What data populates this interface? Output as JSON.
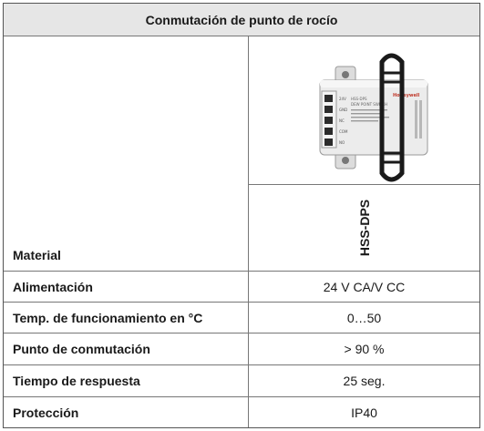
{
  "table": {
    "title": "Conmutación de punto de rocío",
    "material_label": "Material",
    "product_code": "HSS-DPS",
    "rows": [
      {
        "label": "Alimentación",
        "value": "24 V CA/V CC"
      },
      {
        "label": "Temp. de funcionamiento en °C",
        "value": "0…50"
      },
      {
        "label": "Punto de conmutación",
        "value": "> 90 %"
      },
      {
        "label": "Tiempo de respuesta",
        "value": "25 seg."
      },
      {
        "label": "Protección",
        "value": "IP40"
      }
    ]
  },
  "product_image": {
    "brand_mark": "Honeywell",
    "device_text": [
      "HSS-DPS",
      "DEW POINT SWITCH"
    ],
    "terminal_labels": [
      "24V",
      "GND",
      "NC",
      "COM",
      "NO"
    ]
  }
}
